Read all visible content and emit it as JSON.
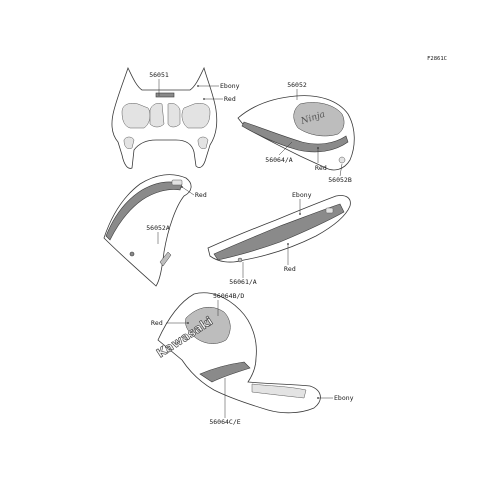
{
  "diagram_code": "F2861C",
  "colors": {
    "stroke": "#3a3a3a",
    "dark_decal": "#8a8a8a",
    "mid_decal": "#bdbdbd",
    "light_decal": "#e3e3e3",
    "background": "#ffffff"
  },
  "parts": {
    "upper_fairing": {
      "part_number": "56051",
      "color_labels": [
        "Ebony",
        "Red"
      ]
    },
    "fuel_tank": {
      "part_number": "56052",
      "sub_part_numbers": [
        "56064/A",
        "56052B"
      ],
      "color_labels": [
        "Red"
      ],
      "tank_script": "Ninja"
    },
    "side_cover": {
      "part_number": "56052A",
      "color_labels": [
        "Red"
      ]
    },
    "seat_cowl": {
      "part_number": "56061/A",
      "color_labels": [
        "Ebony",
        "Red"
      ]
    },
    "side_fairing": {
      "part_numbers": [
        "56064B/D",
        "56064C/E"
      ],
      "color_labels": [
        "Red",
        "Ebony"
      ],
      "brand_logo": "Kawasaki"
    }
  }
}
